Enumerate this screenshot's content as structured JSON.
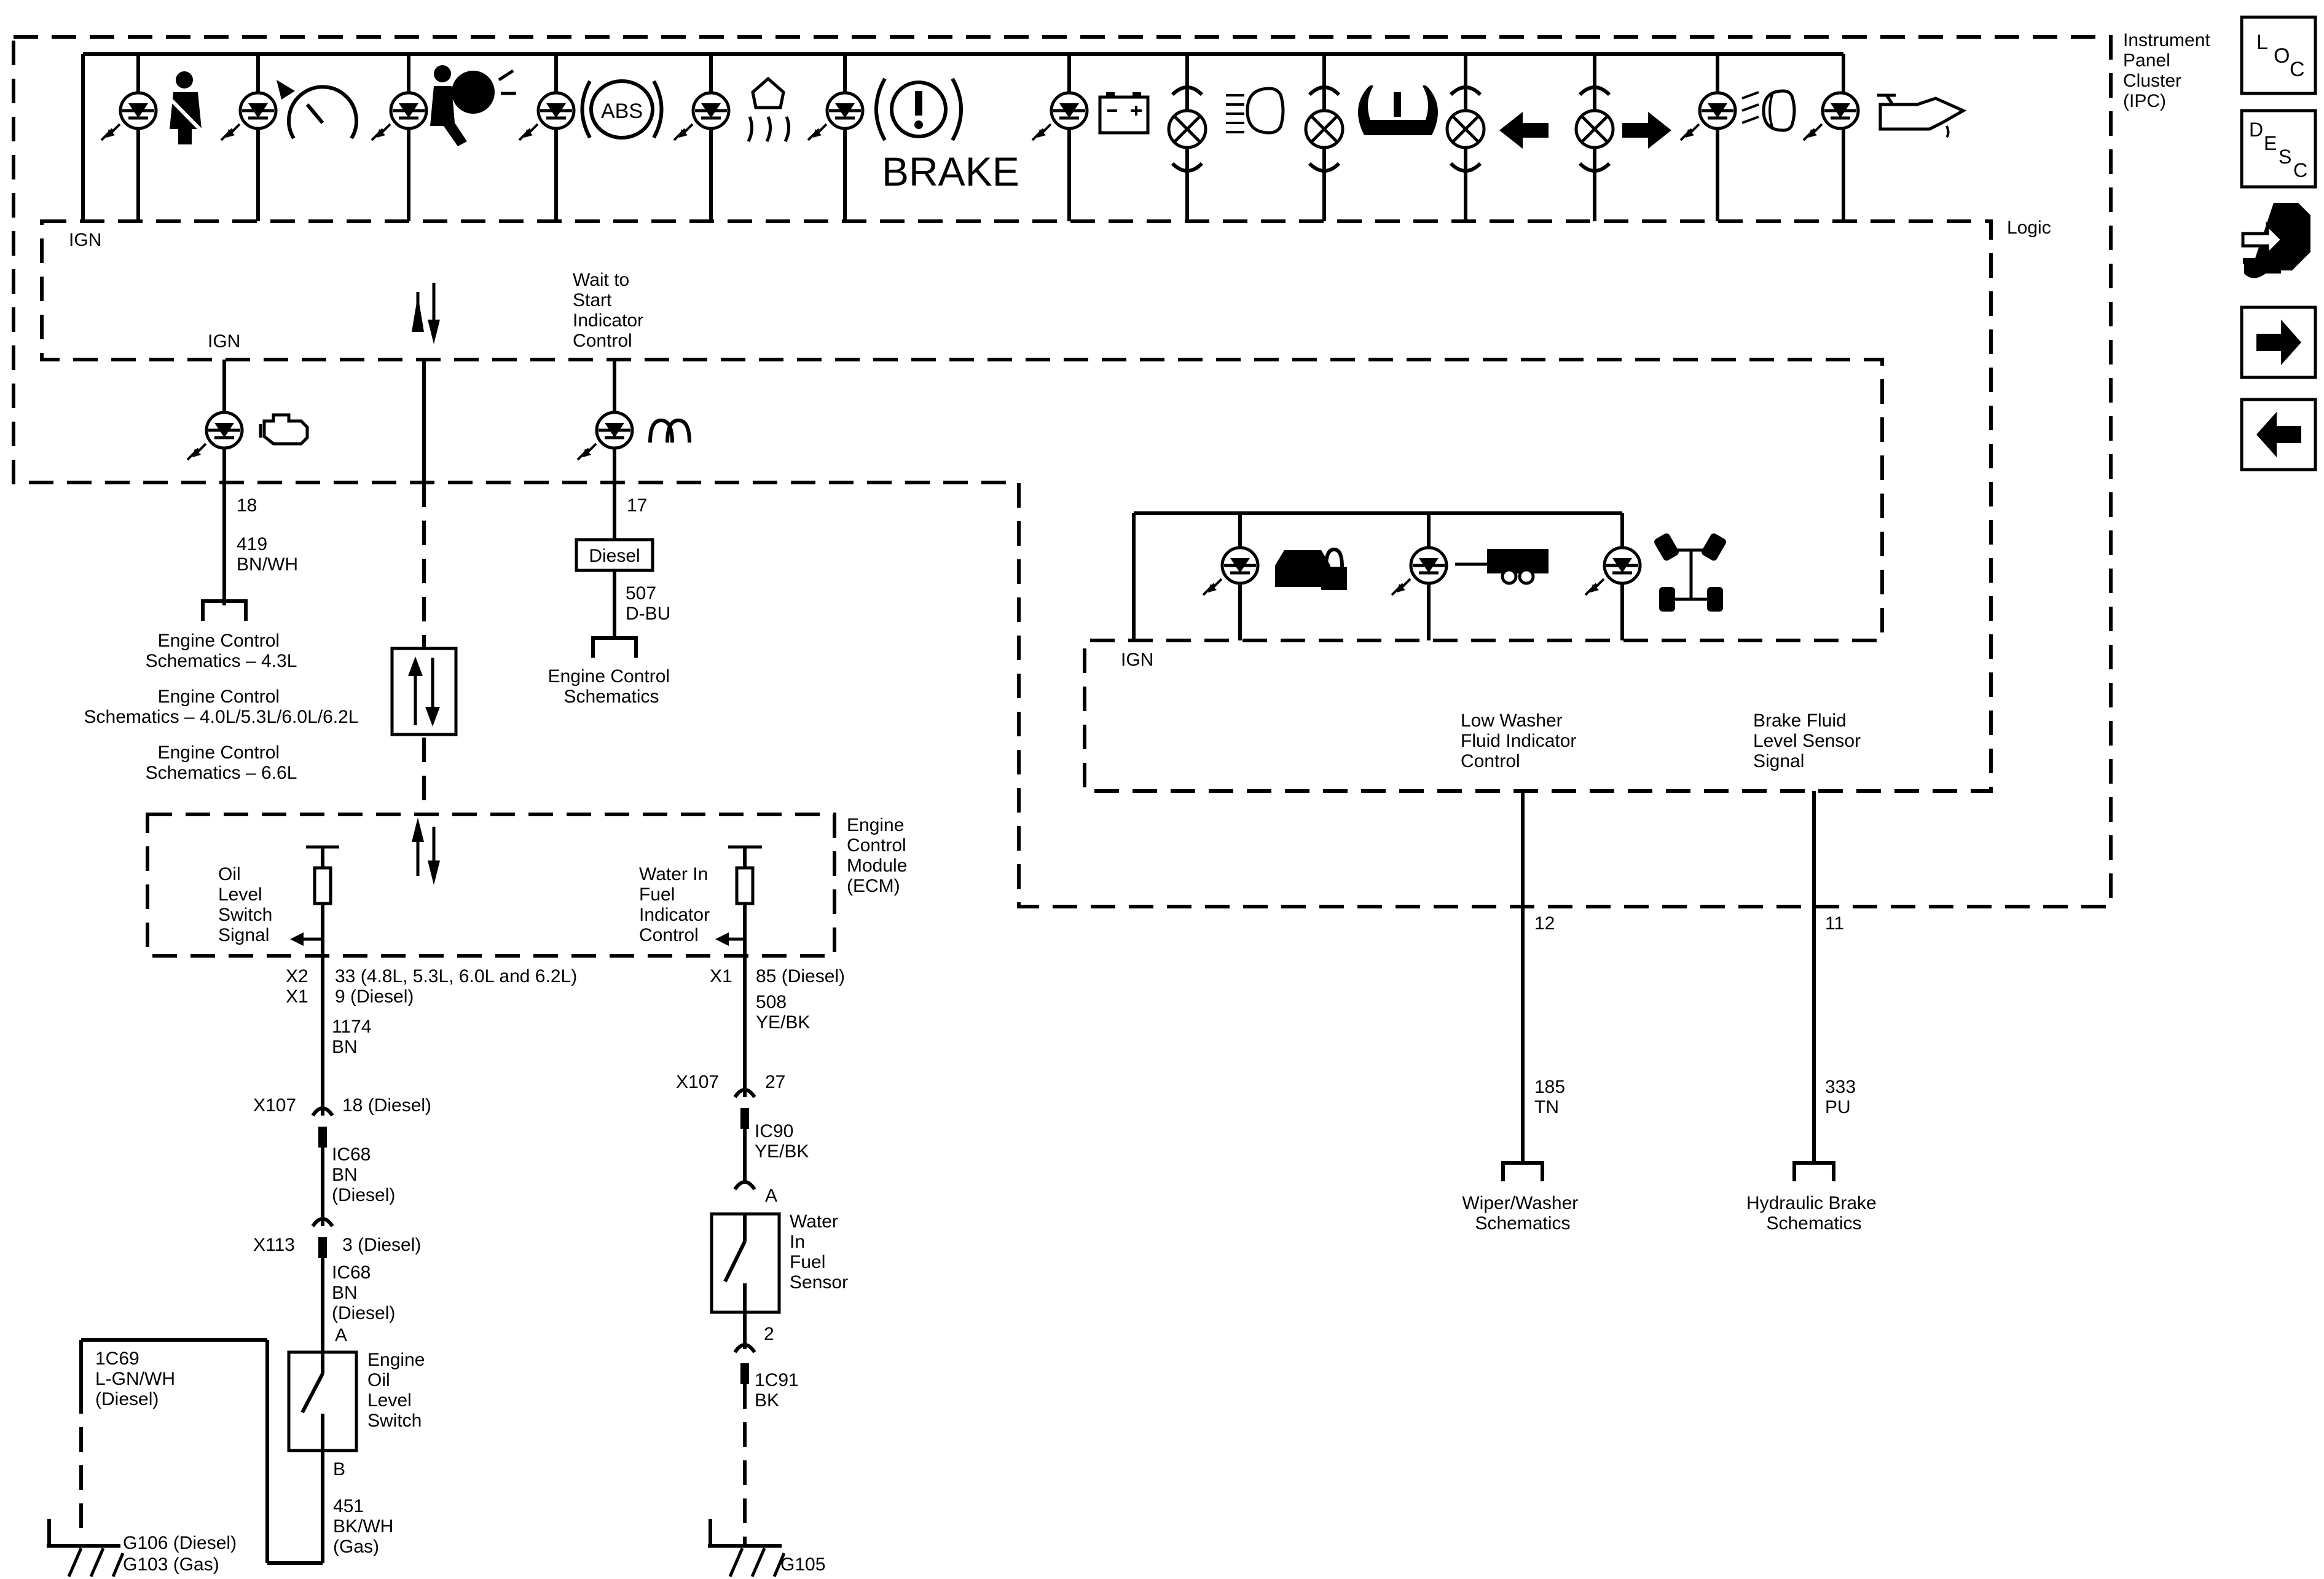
{
  "ipc": {
    "title_lines": [
      "Instrument",
      "Panel",
      "Cluster",
      "(IPC)"
    ],
    "logic": "Logic",
    "ign_top": "IGN",
    "ign_mid": "IGN",
    "ign_right": "IGN",
    "brake_text": "BRAKE",
    "abs_text": "ABS",
    "wait_lines": [
      "Wait to",
      "Start",
      "Indicator",
      "Control"
    ],
    "low_washer_lines": [
      "Low Washer",
      "Fluid Indicator",
      "Control"
    ],
    "brake_fluid_lines": [
      "Brake Fluid",
      "Level Sensor",
      "Signal"
    ]
  },
  "circuits": {
    "c18": {
      "pin": "18",
      "circuit": "419",
      "color": "BN/WH"
    },
    "c17": {
      "pin": "17",
      "circuit": "507",
      "color": "D-BU",
      "diesel_box": "Diesel"
    },
    "c12": {
      "pin": "12",
      "circuit": "185",
      "color": "TN"
    },
    "c11": {
      "pin": "11",
      "circuit": "333",
      "color": "PU"
    }
  },
  "destinations": {
    "engine_43": [
      "Engine Control",
      "Schematics – 4.3L"
    ],
    "engine_multi": [
      "Engine Control",
      "Schematics – 4.0L/5.3L/6.0L/6.2L"
    ],
    "engine_66": [
      "Engine Control",
      "Schematics – 6.6L"
    ],
    "engine_ctrl": [
      "Engine Control",
      "Schematics"
    ],
    "wiper": [
      "Wiper/Washer",
      "Schematics"
    ],
    "hydraulic": [
      "Hydraulic Brake",
      "Schematics"
    ]
  },
  "ecm": {
    "title_lines": [
      "Engine",
      "Control",
      "Module",
      "(ECM)"
    ],
    "oil_signal_lines": [
      "Oil",
      "Level",
      "Switch",
      "Signal"
    ],
    "water_ctrl_lines": [
      "Water In",
      "Fuel",
      "Indicator",
      "Control"
    ]
  },
  "left_circuit": {
    "x2": "X2",
    "x2_pin": "33 (4.8L, 5.3L, 6.0L and 6.2L)",
    "x1": "X1",
    "x1_pin": "9 (Diesel)",
    "wire1": "1174",
    "wire1_color": "BN",
    "x107": "X107",
    "x107_pin": "18 (Diesel)",
    "ic68_a": [
      "IC68",
      "BN",
      "(Diesel)"
    ],
    "x113": "X113",
    "x113_pin": "3 (Diesel)",
    "ic68_b": [
      "IC68",
      "BN",
      "(Diesel)"
    ],
    "pin_a": "A",
    "pin_b": "B",
    "switch_lines": [
      "Engine",
      "Oil",
      "Level",
      "Switch"
    ],
    "left_wire": [
      "1C69",
      "L-GN/WH",
      "(Diesel)"
    ],
    "ground_wire": [
      "451",
      "BK/WH",
      "(Gas)"
    ],
    "ground_lines": [
      "G106 (Diesel)",
      "G103 (Gas)"
    ]
  },
  "right_circuit": {
    "x1": "X1",
    "x1_pin": "85 (Diesel)",
    "wire1": "508",
    "wire1_color": "YE/BK",
    "x107": "X107",
    "x107_pin": "27",
    "ic90": [
      "IC90",
      "YE/BK"
    ],
    "pin_a": "A",
    "pin_2": "2",
    "sensor_lines": [
      "Water",
      "In",
      "Fuel",
      "Sensor"
    ],
    "wire2": [
      "1C91",
      "BK"
    ],
    "ground": "G105"
  },
  "nav": {
    "loc": [
      "L",
      "O",
      "C"
    ],
    "desc": [
      "D",
      "E",
      "S",
      "C"
    ]
  }
}
